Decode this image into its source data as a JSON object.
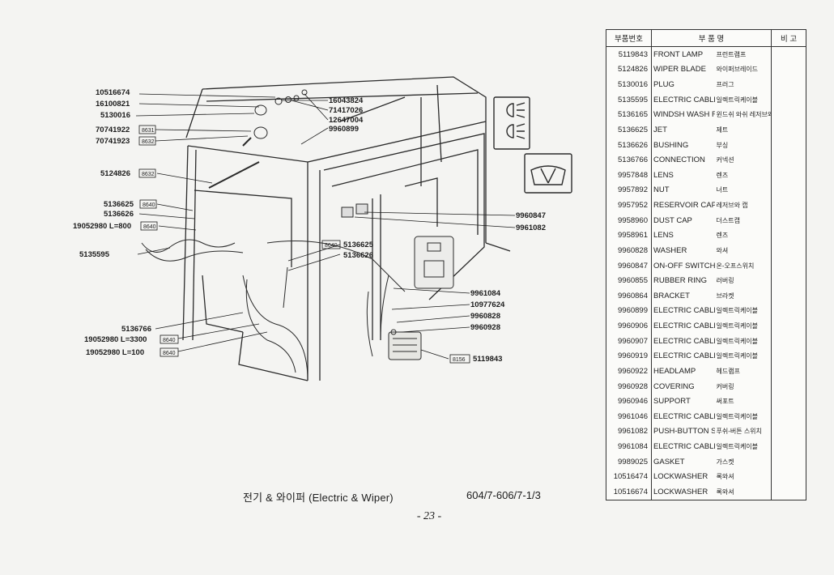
{
  "diagram": {
    "labels_left": [
      {
        "text": "10516674"
      },
      {
        "text": "16100821"
      },
      {
        "text": "5130016"
      },
      {
        "text": "70741922"
      },
      {
        "text": "70741923"
      },
      {
        "text": "5124826"
      },
      {
        "text": "5136625"
      },
      {
        "text": "5136626"
      },
      {
        "text": "19052980  L=800"
      },
      {
        "text": "5135595"
      },
      {
        "text": "5136766"
      },
      {
        "text": "19052980  L=3300"
      },
      {
        "text": "19052980  L=100"
      }
    ],
    "labels_right": [
      {
        "text": "16043824"
      },
      {
        "text": "71417026"
      },
      {
        "text": "12647004"
      },
      {
        "text": "9960899"
      },
      {
        "text": "9960847"
      },
      {
        "text": "9961082"
      },
      {
        "text": "5136625"
      },
      {
        "text": "5136626"
      },
      {
        "text": "9961084"
      },
      {
        "text": "10977624"
      },
      {
        "text": "9960828"
      },
      {
        "text": "9960928"
      },
      {
        "text": "5119843"
      }
    ],
    "ref_boxes": [
      "8631",
      "8632",
      "8632",
      "8640",
      "8640",
      "8640",
      "8640",
      "8640",
      "8156"
    ]
  },
  "caption": "전기 & 와이퍼 (Electric & Wiper)",
  "sheet_code": "604/7-606/7-1/3",
  "page_number": "- 23 -",
  "table": {
    "headers": [
      "부품번호",
      "부  품  명",
      "비 고"
    ],
    "rows": [
      {
        "no": "5119843",
        "en": "FRONT LAMP",
        "kr": "프런트램프"
      },
      {
        "no": "5124826",
        "en": "WIPER BLADE",
        "kr": "와이퍼브레이드"
      },
      {
        "no": "5130016",
        "en": "PLUG",
        "kr": "프러그"
      },
      {
        "no": "5135595",
        "en": "ELECTRIC CABLE",
        "kr": "일렉트릭케이블"
      },
      {
        "no": "5136165",
        "en": "WINDSH WASH RESERVOIR",
        "kr": "윈드쉬 와쉬 레저브와"
      },
      {
        "no": "5136625",
        "en": "JET",
        "kr": "제트"
      },
      {
        "no": "5136626",
        "en": "BUSHING",
        "kr": "부싱"
      },
      {
        "no": "5136766",
        "en": "CONNECTION",
        "kr": "커넥션"
      },
      {
        "no": "9957848",
        "en": "LENS",
        "kr": "렌즈"
      },
      {
        "no": "9957892",
        "en": "NUT",
        "kr": "너트"
      },
      {
        "no": "9957952",
        "en": "RESERVOIR CAP",
        "kr": "레저브와 캡"
      },
      {
        "no": "9958960",
        "en": "DUST CAP",
        "kr": "더스트캡"
      },
      {
        "no": "9958961",
        "en": "LENS",
        "kr": "렌즈"
      },
      {
        "no": "9960828",
        "en": "WASHER",
        "kr": "와셔"
      },
      {
        "no": "9960847",
        "en": "ON-OFF SWITCH",
        "kr": "온-오프스위치"
      },
      {
        "no": "9960855",
        "en": "RUBBER RING",
        "kr": "러버링"
      },
      {
        "no": "9960864",
        "en": "BRACKET",
        "kr": "브라켓"
      },
      {
        "no": "9960899",
        "en": "ELECTRIC CABLE",
        "kr": "일렉트릭케이블"
      },
      {
        "no": "9960906",
        "en": "ELECTRIC CABLE",
        "kr": "일렉트릭케이블"
      },
      {
        "no": "9960907",
        "en": "ELECTRIC CABLE",
        "kr": "일렉트릭케이블"
      },
      {
        "no": "9960919",
        "en": "ELECTRIC CABLE",
        "kr": "일렉트릭케이블"
      },
      {
        "no": "9960922",
        "en": "HEADLAMP",
        "kr": "헤드램프"
      },
      {
        "no": "9960928",
        "en": "COVERING",
        "kr": "커버링"
      },
      {
        "no": "9960946",
        "en": "SUPPORT",
        "kr": "써포트"
      },
      {
        "no": "9961046",
        "en": "ELECTRIC CABLE",
        "kr": "일렉트릭케이블"
      },
      {
        "no": "9961082",
        "en": "PUSH-BUTTON SWITCH",
        "kr": "푸쉬-버튼 스위치"
      },
      {
        "no": "9961084",
        "en": "ELECTRIC CABLE",
        "kr": "일렉트릭케이블"
      },
      {
        "no": "9989025",
        "en": "GASKET",
        "kr": "가스켓"
      },
      {
        "no": "10516474",
        "en": "LOCKWASHER",
        "kr": "록와셔"
      },
      {
        "no": "10516674",
        "en": "LOCKWASHER",
        "kr": "록와셔"
      }
    ]
  }
}
